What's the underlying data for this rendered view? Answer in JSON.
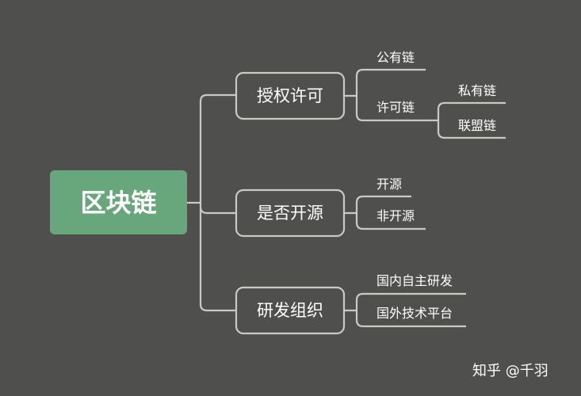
{
  "root": {
    "label": "区块链",
    "color": "#68a77c"
  },
  "branches": [
    {
      "label": "授权许可",
      "children": [
        {
          "label": "公有链"
        },
        {
          "label": "许可链",
          "children": [
            {
              "label": "私有链"
            },
            {
              "label": "联盟链"
            }
          ]
        }
      ]
    },
    {
      "label": "是否开源",
      "children": [
        {
          "label": "开源"
        },
        {
          "label": "非开源"
        }
      ]
    },
    {
      "label": "研发组织",
      "children": [
        {
          "label": "国内自主研发"
        },
        {
          "label": "国外技术平台"
        }
      ]
    }
  ],
  "watermark": "知乎 @千羽"
}
